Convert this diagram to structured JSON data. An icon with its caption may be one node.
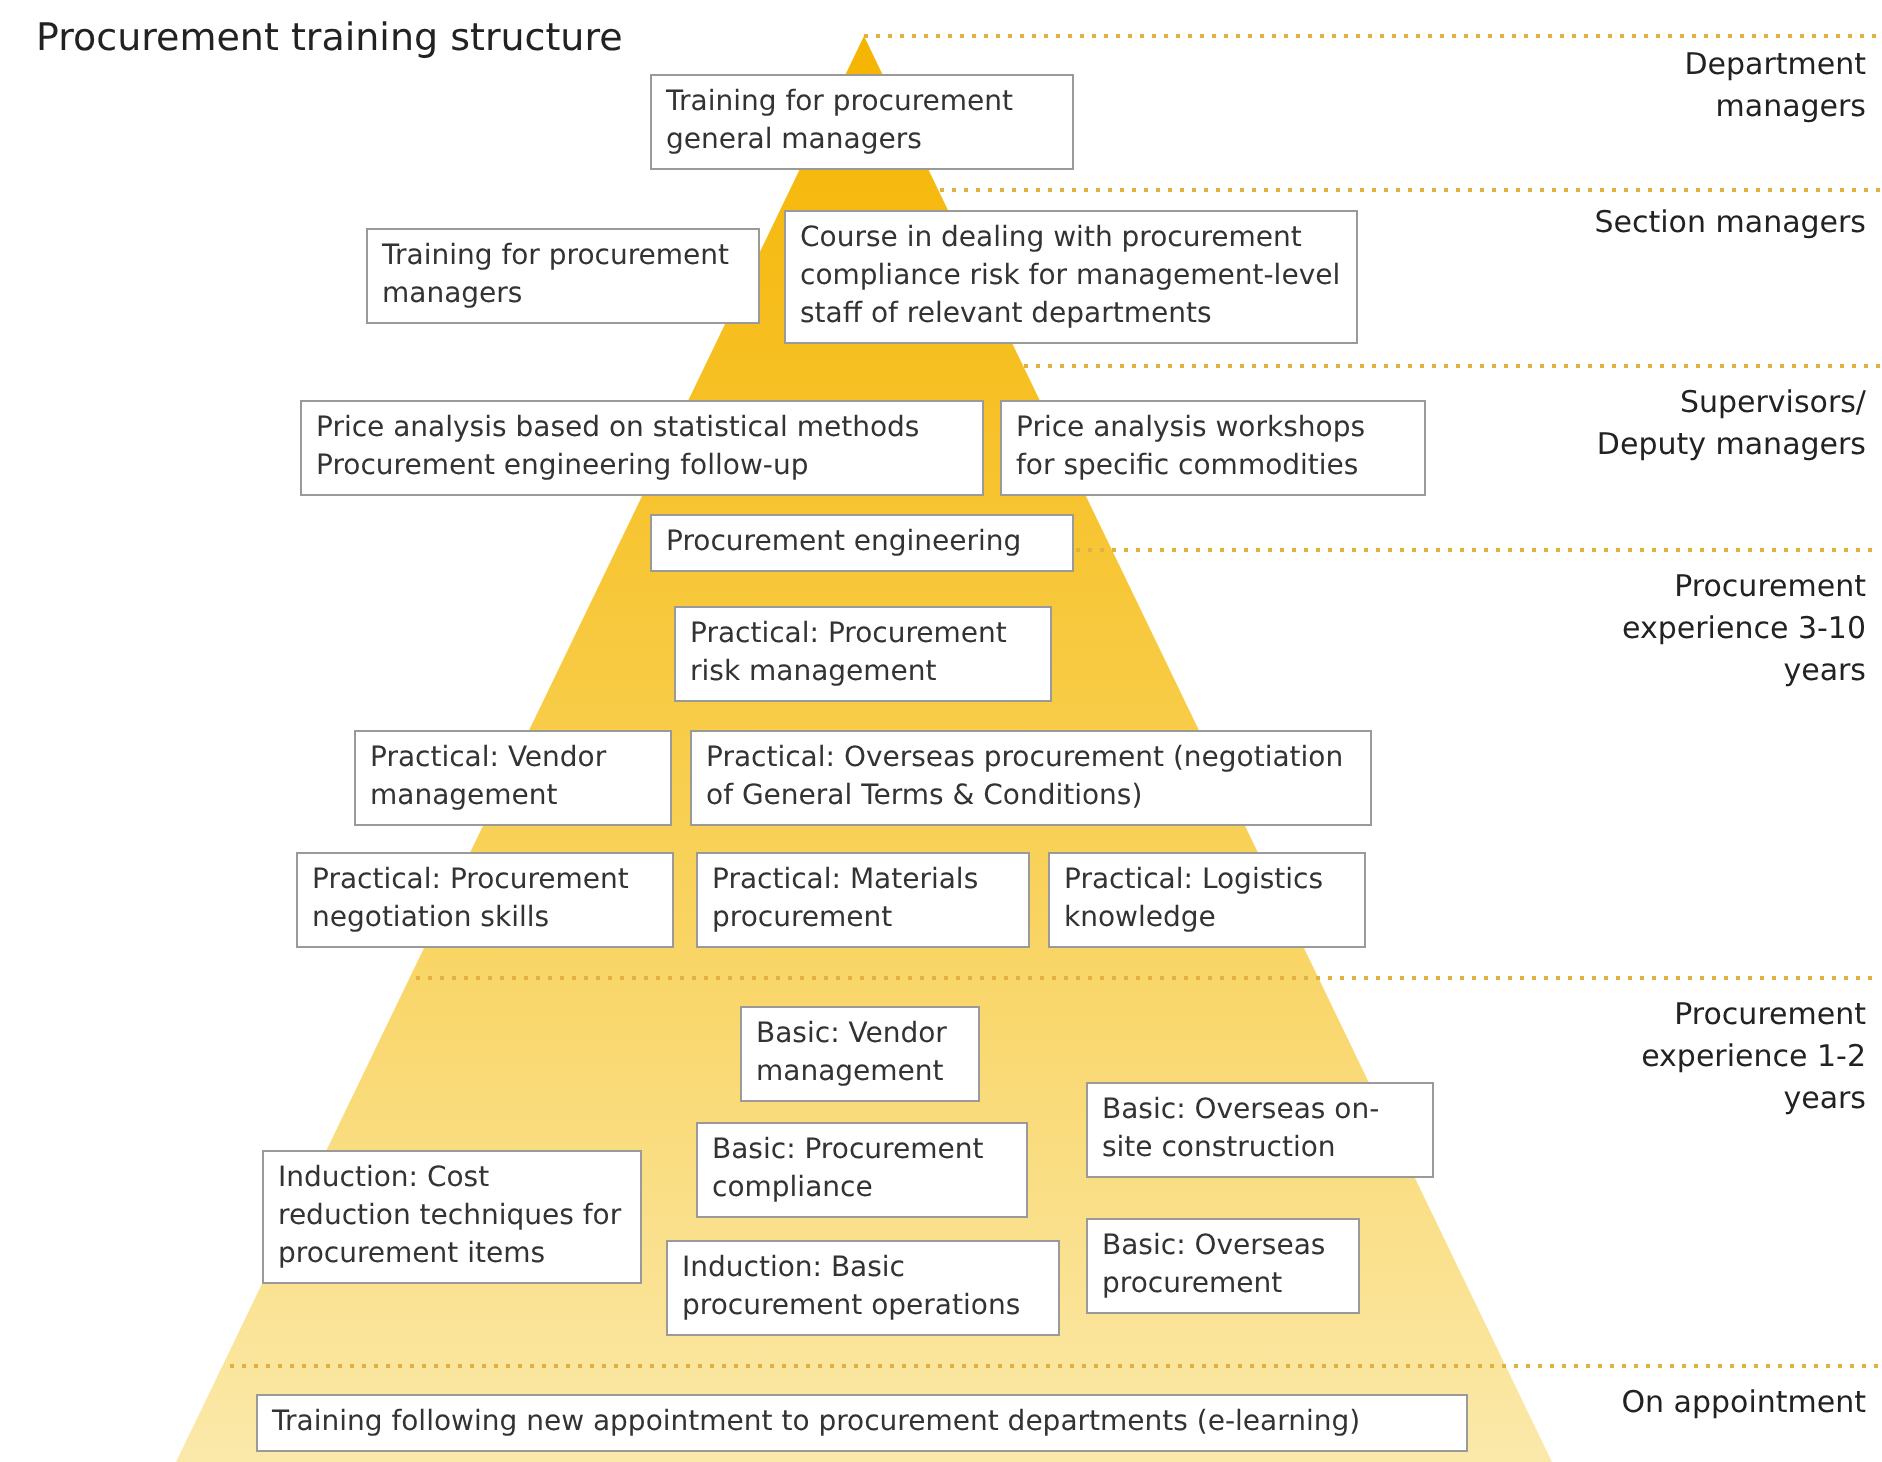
{
  "diagram": {
    "title": "Procurement training structure",
    "nodes": [
      {
        "text": [
          "Training for procurement general managers"
        ]
      },
      {
        "text": [
          "Training for procurement managers"
        ]
      },
      {
        "text": [
          "Course in dealing with procurement compliance risk for management-level staff of relevant departments"
        ]
      },
      {
        "text": [
          "Price analysis based on statistical methods",
          "Procurement engineering follow-up"
        ]
      },
      {
        "text": [
          "Price analysis workshops for specific commodities"
        ]
      },
      {
        "text": [
          "Procurement engineering"
        ]
      },
      {
        "text": [
          "Practical: Procurement risk management"
        ]
      },
      {
        "text": [
          "Practical: Vendor management"
        ]
      },
      {
        "text": [
          "Practical: Overseas procurement (negotiation of General Terms & Conditions)"
        ]
      },
      {
        "text": [
          "Practical: Procurement negotiation skills"
        ]
      },
      {
        "text": [
          "Practical: Materials procurement"
        ]
      },
      {
        "text": [
          "Practical: Logistics knowledge"
        ]
      },
      {
        "text": [
          "Basic: Vendor management"
        ]
      },
      {
        "text": [
          "Basic: Overseas on-site construction"
        ]
      },
      {
        "text": [
          "Induction: Cost reduction techniques for procurement items"
        ]
      },
      {
        "text": [
          "Basic: Procurement compliance"
        ]
      },
      {
        "text": [
          "Basic: Overseas procurement"
        ]
      },
      {
        "text": [
          "Induction: Basic procurement operations"
        ]
      },
      {
        "text": [
          "Training following new appointment to procurement departments (e-learning)"
        ]
      }
    ],
    "labels": [
      "Department managers",
      "Section managers",
      "Supervisors/ Deputy managers",
      "Procurement experience 3-10 years",
      "Procurement experience 1-2 years",
      "On appointment"
    ]
  }
}
